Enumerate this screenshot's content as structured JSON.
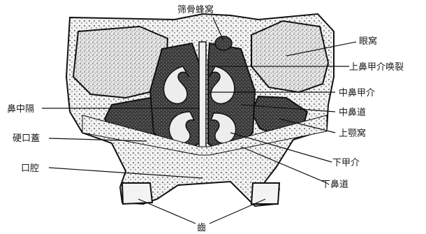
{
  "labels": {
    "ethmoid_cells": "筛骨蜂窝",
    "orbit": "眼窝",
    "superior_meatus": "上鼻甲介唤裂",
    "middle_turbinate": "中鼻甲介",
    "middle_meatus": "中鼻道",
    "maxillary_sinus": "上颚窝",
    "inferior_turbinate": "下甲介",
    "inferior_meatus": "下鼻道",
    "nasal_septum": "鼻中隔",
    "hard_palate": "硬口蓋",
    "oral_cavity": "口腔",
    "teeth": "齒"
  },
  "colors": {
    "bone_fill": "#d9d9d9",
    "cavity_fill": "#4a4a4a",
    "stroke": "#111111",
    "mucosa_fill": "#ededed"
  }
}
